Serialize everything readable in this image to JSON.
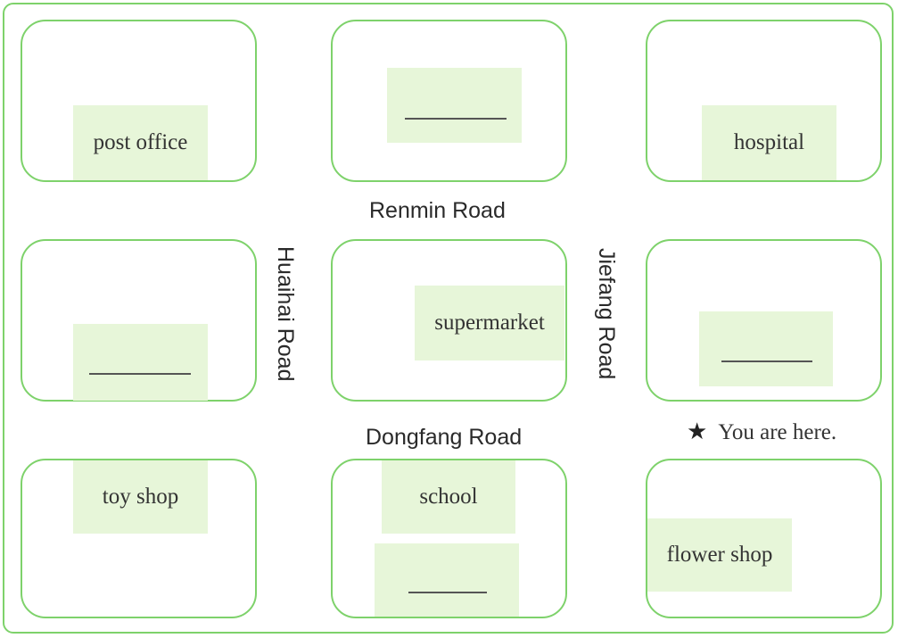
{
  "places": {
    "post_office": "post office",
    "hospital": "hospital",
    "supermarket": "supermarket",
    "toy_shop": "toy shop",
    "school": "school",
    "flower_shop": "flower shop"
  },
  "roads": {
    "renmin": "Renmin Road",
    "dongfang": "Dongfang Road",
    "huaihai": "Huaihai Road",
    "jiefang": "Jiefang Road"
  },
  "marker": {
    "icon": "★",
    "text": "You are here."
  },
  "colors": {
    "border": "#7ed26b",
    "label_fill": "#e7f6d9"
  }
}
